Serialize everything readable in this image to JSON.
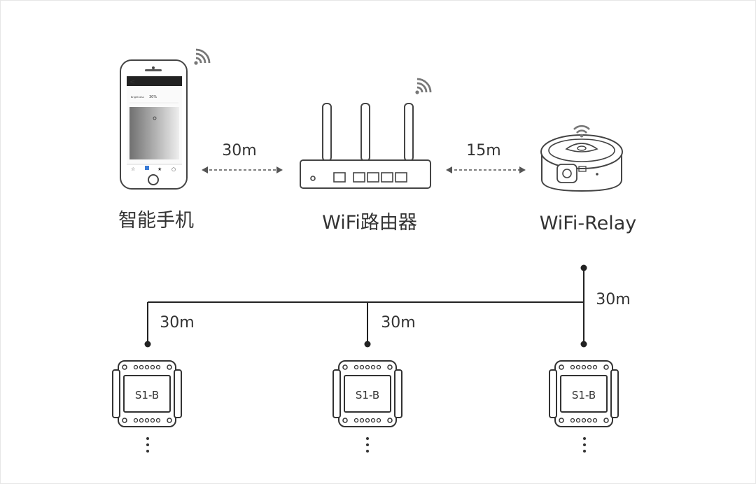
{
  "devices": {
    "phone": {
      "label": "智能手机",
      "screen_value": "30%"
    },
    "router": {
      "label": "WiFi路由器"
    },
    "relay": {
      "label": "WiFi-Relay"
    }
  },
  "links": {
    "phone_router": "30m",
    "router_relay": "15m",
    "relay_bus": "30m",
    "bus_module_1": "30m",
    "bus_module_2": "30m"
  },
  "modules": [
    {
      "label": "S1-B"
    },
    {
      "label": "S1-B"
    },
    {
      "label": "S1-B"
    }
  ],
  "colors": {
    "line": "#222222",
    "outline": "#555555",
    "text": "#333333"
  }
}
